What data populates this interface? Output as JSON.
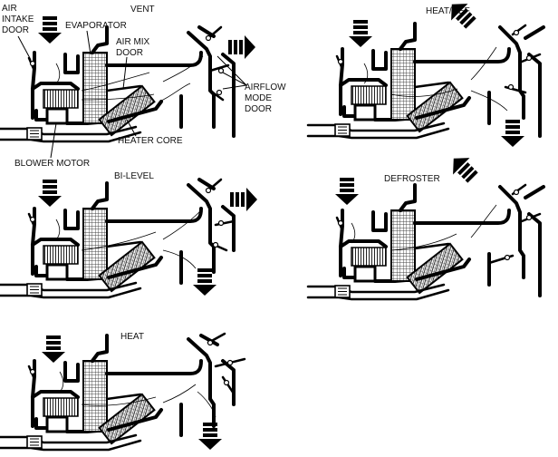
{
  "titles": {
    "vent": "VENT",
    "heat_def": "HEAT/DEF",
    "bi_level": "BI-LEVEL",
    "defroster": "DEFROSTER",
    "heat": "HEAT"
  },
  "labels": {
    "air_intake_door": [
      "AIR",
      "INTAKE",
      "DOOR"
    ],
    "evaporator": "EVAPORATOR",
    "air_mix_door": [
      "AIR MIX",
      "DOOR"
    ],
    "airflow_mode_door": [
      "AIRFLOW",
      "MODE",
      "DOOR"
    ],
    "heater_core": "HEATER CORE",
    "blower_motor": "BLOWER MOTOR"
  },
  "colors": {
    "ink": "#000000",
    "background": "#ffffff",
    "hatch": "#555555"
  }
}
